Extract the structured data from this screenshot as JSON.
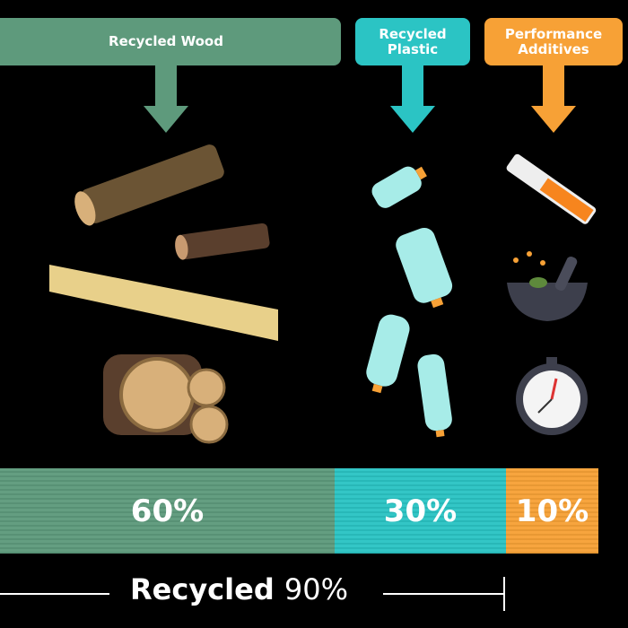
{
  "colors": {
    "wood": "#5e9a7c",
    "plastic": "#2bc4c4",
    "additives": "#f7a136",
    "background": "#000000"
  },
  "headers": {
    "wood": "Recycled Wood",
    "plastic_line1": "Recycled",
    "plastic_line2": "Plastic",
    "additives_line1": "Performance",
    "additives_line2": "Additives"
  },
  "bar": {
    "wood": "60%",
    "plastic": "30%",
    "additives": "10%"
  },
  "summary": {
    "label": "Recycled",
    "value": "90%"
  },
  "chart_data": {
    "type": "bar",
    "orientation": "horizontal-stacked",
    "categories": [
      "Recycled Wood",
      "Recycled Plastic",
      "Performance Additives"
    ],
    "values": [
      60,
      30,
      10
    ],
    "annotation": "Recycled 90%"
  }
}
